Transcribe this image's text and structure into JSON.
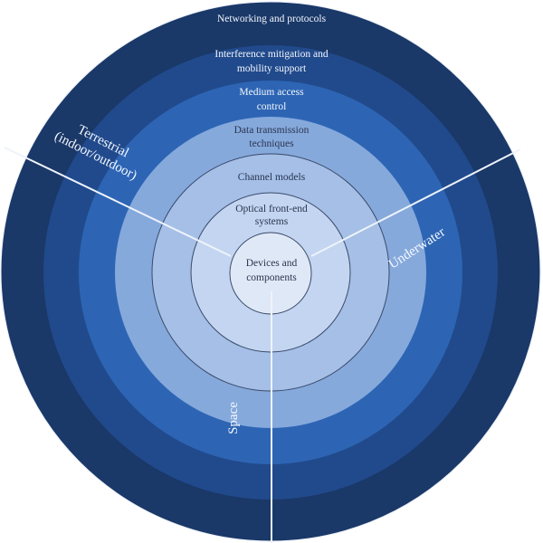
{
  "layers": [
    {
      "lines": [
        "Networking and protocols"
      ],
      "color": "#1a3868"
    },
    {
      "lines": [
        "Interference mitigation and",
        "mobility support"
      ],
      "color": "#214a8c"
    },
    {
      "lines": [
        "Medium access",
        "control"
      ],
      "color": "#2d65b4"
    },
    {
      "lines": [
        "Data transmission",
        "techniques"
      ],
      "color": "#86a9dc"
    },
    {
      "lines": [
        "Channel models"
      ],
      "color": "#a5bfe7"
    },
    {
      "lines": [
        "Optical front-end",
        "systems"
      ],
      "color": "#c3d5f0"
    },
    {
      "lines": [
        "Devices and",
        "components"
      ],
      "color": "#dfe8f6"
    }
  ],
  "sectors": {
    "terrestrial": [
      "Terrestrial",
      "(indoor/outdoor)"
    ],
    "underwater": "Underwater",
    "space": "Space"
  }
}
